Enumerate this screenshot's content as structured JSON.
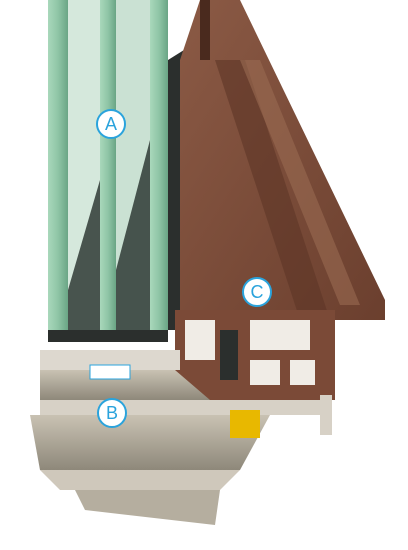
{
  "callouts": {
    "glass": "A",
    "aluminum_frame": "B",
    "wood_composite_frame": "C"
  },
  "colors": {
    "callout_accent": "#2aa3dc",
    "glass_tint": "#8fc7a8",
    "wood": "#7a4a37",
    "aluminum": "#a8a08f",
    "insulator": "#e8b800"
  }
}
